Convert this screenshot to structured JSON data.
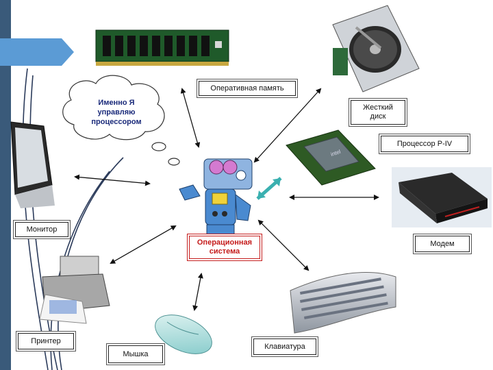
{
  "labels": {
    "ram": "Оперативная память",
    "hdd_line1": "Жесткий",
    "hdd_line2": "диск",
    "cpu": "Процессор P-IV",
    "monitor": "Монитор",
    "os_line1": "Операционная",
    "os_line2": "система",
    "modem": "Модем",
    "printer": "Принтер",
    "mouse": "Мышка",
    "keyboard": "Клавиатура"
  },
  "cloud": {
    "line1": "Именно Я",
    "line2": "управляю",
    "line3": "процессором"
  },
  "colors": {
    "sidebar": "#3a5a7a",
    "pointer": "#5b9bd5",
    "robot_body": "#4a8ad0",
    "os_label": "#c41a1a",
    "arrow_cpu": "#3ab0b0"
  },
  "icons": [
    "ram-module",
    "hard-disk",
    "cpu-chip",
    "monitor",
    "robot",
    "modem",
    "printer",
    "mouse",
    "keyboard"
  ]
}
